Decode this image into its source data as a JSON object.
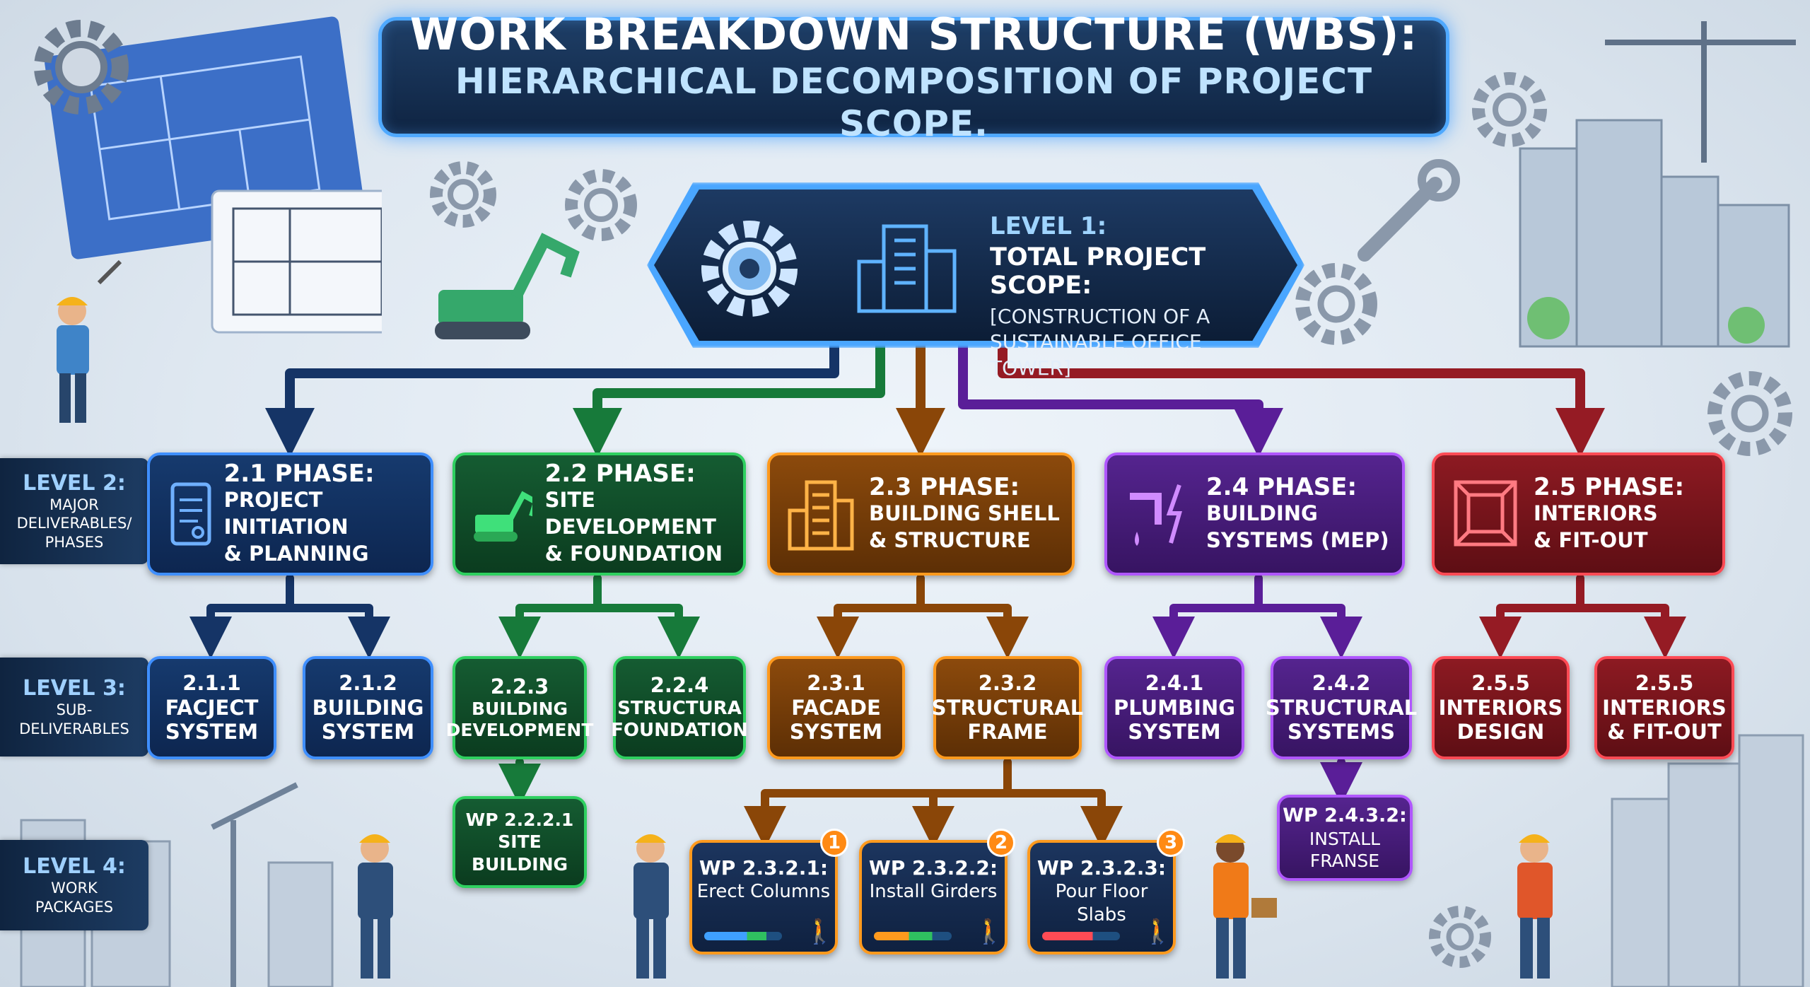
{
  "title": {
    "line1": "WORK BREAKDOWN STRUCTURE (WBS):",
    "line2": "HIERARCHICAL DECOMPOSITION OF PROJECT SCOPE."
  },
  "root": {
    "level": "LEVEL 1:",
    "title": "TOTAL PROJECT SCOPE:",
    "line1": "[CONSTRUCTION OF A",
    "line2": "SUSTAINABLE OFFICE TOWER]"
  },
  "level_tags": [
    {
      "head": "LEVEL 2:",
      "l1": "MAJOR",
      "l2": "DELIVERABLES/",
      "l3": "PHASES"
    },
    {
      "head": "LEVEL 3:",
      "l1": "SUB-",
      "l2": "DELIVERABLES"
    },
    {
      "head": "LEVEL 4:",
      "l1": "WORK",
      "l2": "PACKAGES"
    }
  ],
  "phases": [
    {
      "head": "2.1 PHASE:",
      "l1": "PROJECT INITIATION",
      "l2": "& PLANNING",
      "color": "#3f8fff"
    },
    {
      "head": "2.2 PHASE:",
      "l1": "SITE DEVELOPMENT",
      "l2": "& FOUNDATION",
      "color": "#2fd060"
    },
    {
      "head": "2.3 PHASE:",
      "l1": "BUILDING SHELL",
      "l2": "& STRUCTURE",
      "color": "#ff9a1e"
    },
    {
      "head": "2.4 PHASE:",
      "l1": "BUILDING",
      "l2": "SYSTEMS (MEP)",
      "color": "#b057ff"
    },
    {
      "head": "2.5 PHASE:",
      "l1": "INTERIORS",
      "l2": "& FIT-OUT",
      "color": "#ff4b55"
    }
  ],
  "subs": [
    {
      "code": "2.1.1",
      "l1": "FACJECT",
      "l2": "SYSTEM"
    },
    {
      "code": "2.1.2",
      "l1": "BUILDING",
      "l2": "SYSTEM"
    },
    {
      "code": "2.2.3",
      "l1": "BUILDING",
      "l2": "DEVELOPMENT"
    },
    {
      "code": "2.2.4",
      "l1": "STRUCTURA",
      "l2": "FOUNDATION"
    },
    {
      "code": "2.3.1",
      "l1": "FACADE",
      "l2": "SYSTEM"
    },
    {
      "code": "2.3.2",
      "l1": "STRUCTURAL",
      "l2": "FRAME"
    },
    {
      "code": "2.4.1",
      "l1": "PLUMBING",
      "l2": "SYSTEM"
    },
    {
      "code": "2.4.2",
      "l1": "STRUCTURAL",
      "l2": "SYSTEMS"
    },
    {
      "code": "2.5.5",
      "l1": "INTERIORS",
      "l2": "DESIGN"
    },
    {
      "code": "2.5.5",
      "l1": "INTERIORS",
      "l2": "& FIT-OUT"
    }
  ],
  "work_packages": [
    {
      "code": "WP 2.2.2.1",
      "l1": "SITE",
      "l2": "BUILDING"
    },
    {
      "code": "WP 2.3.2.1:",
      "l1": "Erect Columns",
      "badge": "1"
    },
    {
      "code": "WP 2.3.2.2:",
      "l1": "Install Girders",
      "badge": "2"
    },
    {
      "code": "WP 2.3.2.3:",
      "l1": "Pour Floor",
      "l2": "Slabs",
      "badge": "3"
    },
    {
      "code": "WP 2.4.3.2:",
      "l1": "INSTALL",
      "l2": "FRANSE"
    }
  ]
}
